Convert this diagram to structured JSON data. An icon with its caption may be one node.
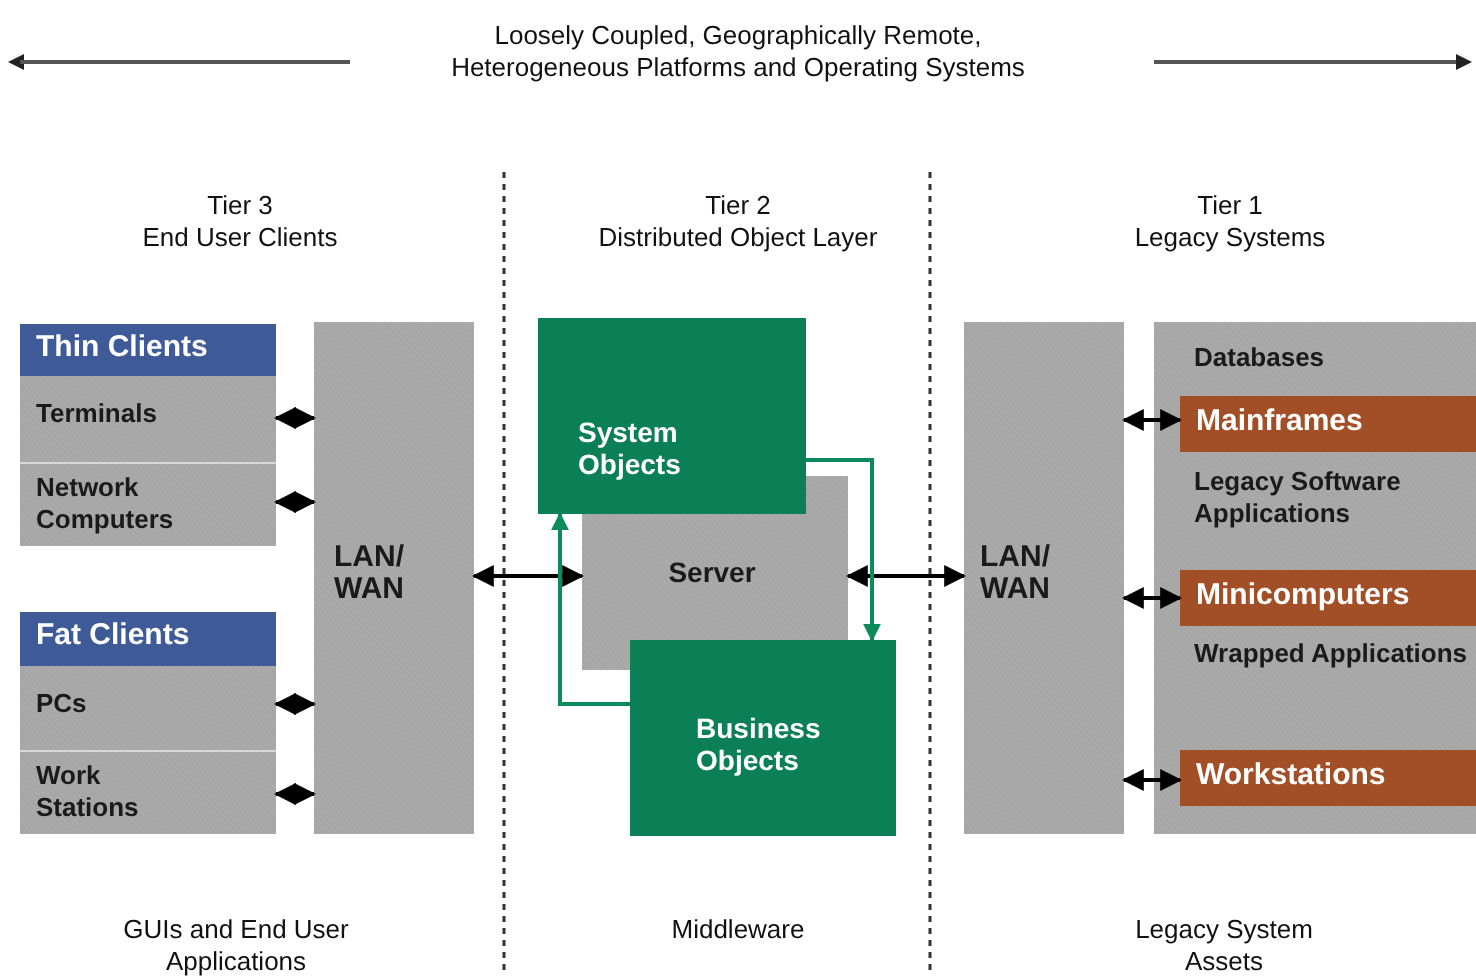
{
  "diagram": {
    "nodes": [
      {
        "text": [
          "Thin Clients"
        ]
      },
      {
        "text": [
          "Terminals"
        ]
      },
      {
        "text": [
          "Network Computers"
        ]
      },
      {
        "text": [
          "Fat Clients"
        ]
      },
      {
        "text": [
          "PCs"
        ]
      },
      {
        "text": [
          "Work Stations"
        ]
      },
      {
        "text": [
          "LAN/ WAN"
        ]
      },
      {
        "text": [
          "Server"
        ]
      },
      {
        "text": [
          "System Objects"
        ]
      },
      {
        "text": [
          "Business Objects"
        ]
      },
      {
        "text": [
          "LAN/ WAN"
        ]
      },
      {
        "text": [
          "Databases",
          "Legacy Software Applications",
          "Wrapped Applications"
        ]
      },
      {
        "text": [
          "Mainframes"
        ],
        "in": 11
      },
      {
        "text": [
          "Minicomputers"
        ],
        "in": 11
      },
      {
        "text": [
          "Workstations"
        ],
        "in": 11
      }
    ],
    "edges": [
      {
        "from": 1,
        "to": 6,
        "arrow": "both"
      },
      {
        "from": 2,
        "to": 6,
        "arrow": "both"
      },
      {
        "from": 4,
        "to": 6,
        "arrow": "both"
      },
      {
        "from": 5,
        "to": 6,
        "arrow": "both"
      },
      {
        "from": 6,
        "to": 7,
        "arrow": "both"
      },
      {
        "from": 7,
        "to": 10,
        "arrow": "both"
      },
      {
        "from": 10,
        "to": 12,
        "arrow": "both"
      },
      {
        "from": 10,
        "to": 13,
        "arrow": "both"
      },
      {
        "from": 10,
        "to": 14,
        "arrow": "both"
      },
      {
        "from": 8,
        "to": 9,
        "arrow": "to",
        "color": "#0b8a5c"
      },
      {
        "from": 9,
        "to": 8,
        "arrow": "to",
        "color": "#0b8a5c"
      }
    ],
    "labels": [
      "Loosely Coupled, Geographically Remote, Heterogeneous Platforms and Operating Systems",
      "Tier 3",
      "Tier 2",
      "Tier 1",
      "End User Clients",
      "Distributed Object Layer",
      "Legacy Systems",
      "GUIs and End User Applications",
      "Middleware",
      "Legacy System Assets"
    ]
  }
}
